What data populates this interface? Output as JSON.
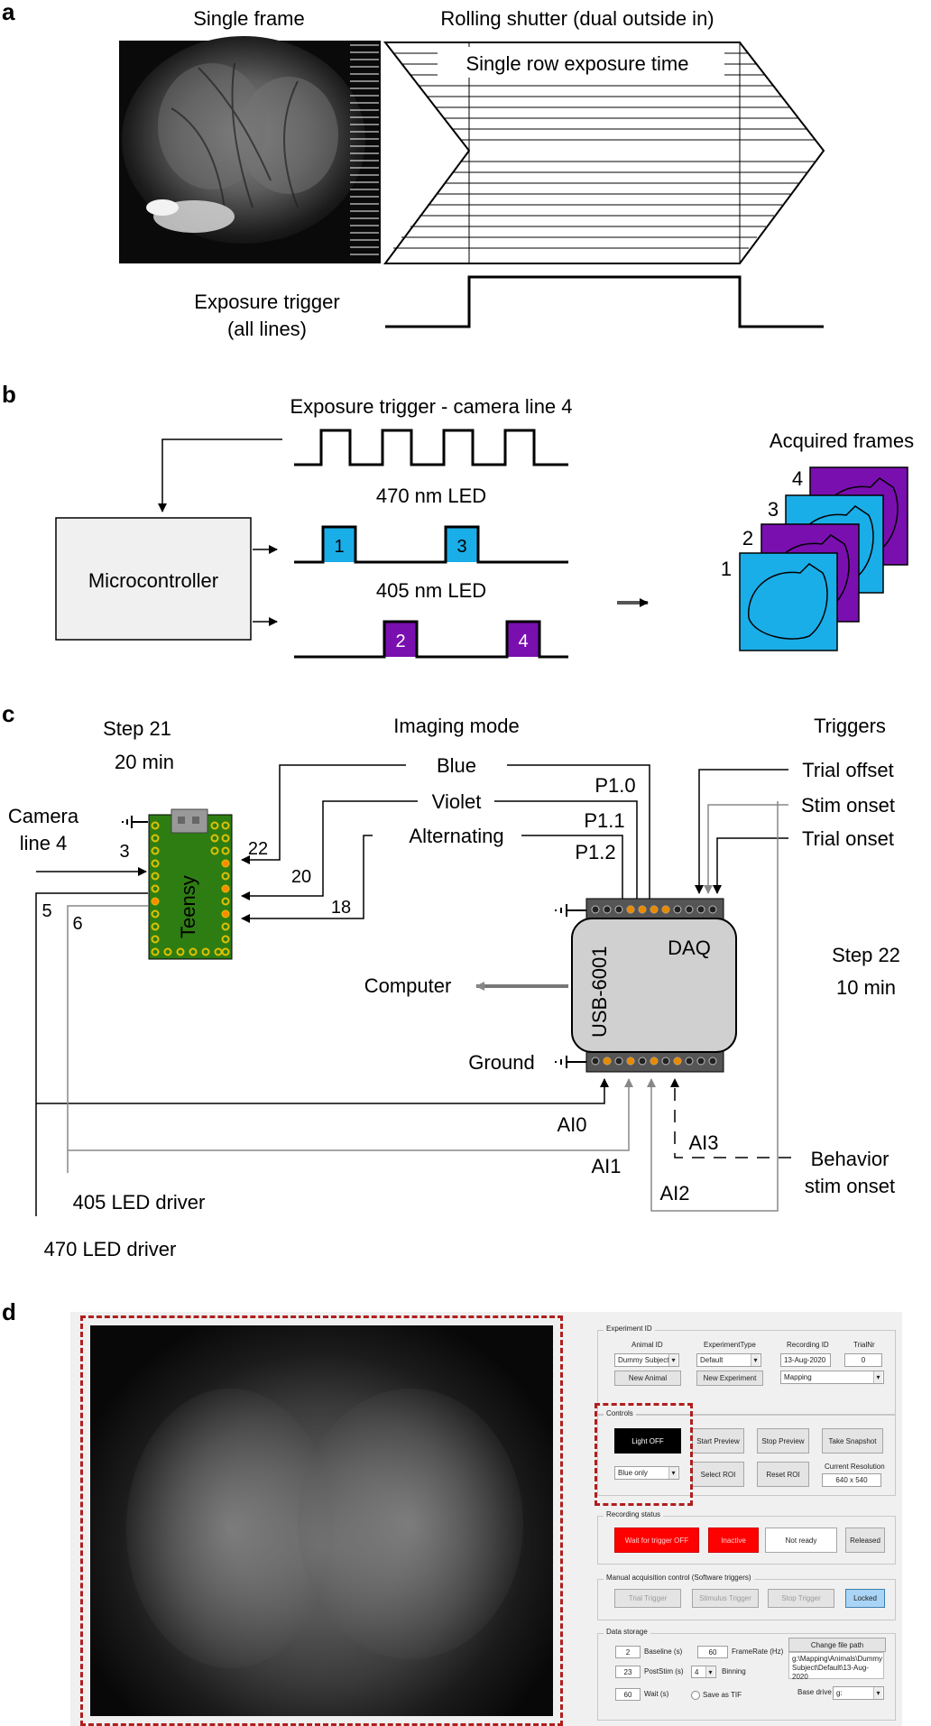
{
  "panels": {
    "a": "a",
    "b": "b",
    "c": "c",
    "d": "d"
  },
  "a": {
    "single_frame": "Single frame",
    "rolling_shutter": "Rolling shutter (dual outside in)",
    "single_row_exposure": "Single row exposure time",
    "exposure_trigger_line1": "Exposure trigger",
    "exposure_trigger_line2": "(all lines)"
  },
  "b": {
    "exposure_trigger": "Exposure trigger - camera line 4",
    "led470": "470 nm LED",
    "led405": "405 nm LED",
    "microcontroller": "Microcontroller",
    "acquired_frames": "Acquired frames",
    "pulse_labels": [
      "1",
      "3",
      "2",
      "4"
    ],
    "frame_numbers": [
      "4",
      "3",
      "2",
      "1"
    ],
    "colors": {
      "blue": "#1aaee8",
      "violet": "#7a0fb0"
    }
  },
  "c": {
    "step21": "Step 21",
    "step21_time": "20 min",
    "imaging_mode": "Imaging mode",
    "triggers": "Triggers",
    "blue": "Blue",
    "violet": "Violet",
    "alternating": "Alternating",
    "p10": "P1.0",
    "p11": "P1.1",
    "p12": "P1.2",
    "trial_offset": "Trial offset",
    "stim_onset": "Stim onset",
    "trial_onset": "Trial onset",
    "camera_line1": "Camera",
    "camera_line2": "line 4",
    "pin3": "3",
    "pin22": "22",
    "pin20": "20",
    "pin18": "18",
    "pin5": "5",
    "pin6": "6",
    "teensy": "Teensy",
    "daq": "DAQ",
    "usb": "USB-6001",
    "computer": "Computer",
    "ground": "Ground",
    "step22": "Step 22",
    "step22_time": "10 min",
    "ai0": "AI0",
    "ai1": "AI1",
    "ai2": "AI2",
    "ai3": "AI3",
    "behavior1": "Behavior",
    "behavior2": "stim onset",
    "led405_driver": "405 LED driver",
    "led470_driver": "470 LED driver"
  },
  "d": {
    "experiment": {
      "title": "Experiment ID",
      "animal_id_label": "Animal ID",
      "experiment_type_label": "ExperimentType",
      "recording_id_label": "Recording ID",
      "trialnr_label": "TrialNr",
      "animal_id": "Dummy Subject",
      "experiment_type": "Default",
      "recording_id": "13-Aug-2020",
      "trialnr": "0",
      "new_animal": "New Animal",
      "new_experiment": "New Experiment",
      "mapping": "Mapping"
    },
    "controls": {
      "title": "Controls",
      "light_off": "Light OFF",
      "start_preview": "Start Preview",
      "stop_preview": "Stop Preview",
      "take_snapshot": "Take Snapshot",
      "blue_only": "Blue only",
      "select_roi": "Select ROI",
      "reset_roi": "Reset ROI",
      "current_resolution_label": "Current Resolution",
      "current_resolution": "640 x 540"
    },
    "recording": {
      "title": "Recording status",
      "wait": "Wait for trigger OFF",
      "inactive": "Inactive",
      "not_ready": "Not ready",
      "released": "Released"
    },
    "manual": {
      "title": "Manual acquisition control (Software triggers)",
      "trial_trigger": "Trial Trigger",
      "stimulus_trigger": "Stimulus Trigger",
      "stop_trigger": "Stop Trigger",
      "locked": "Locked"
    },
    "storage": {
      "title": "Data storage",
      "baseline_val": "2",
      "baseline_label": "Baseline (s)",
      "framerate_val": "60",
      "framerate_label": "FrameRate (Hz)",
      "poststim_val": "23",
      "poststim_label": "PostStim (s)",
      "binning_val": "4",
      "binning_label": "Binning",
      "wait_val": "60",
      "wait_label": "Wait (s)",
      "save_tif": "Save as TIF",
      "change_path": "Change file path",
      "path": "g:\\Mapping\\Animals\\Dummy Subject\\Default\\13-Aug-2020",
      "base_drive_label": "Base drive",
      "base_drive": "g:"
    }
  }
}
